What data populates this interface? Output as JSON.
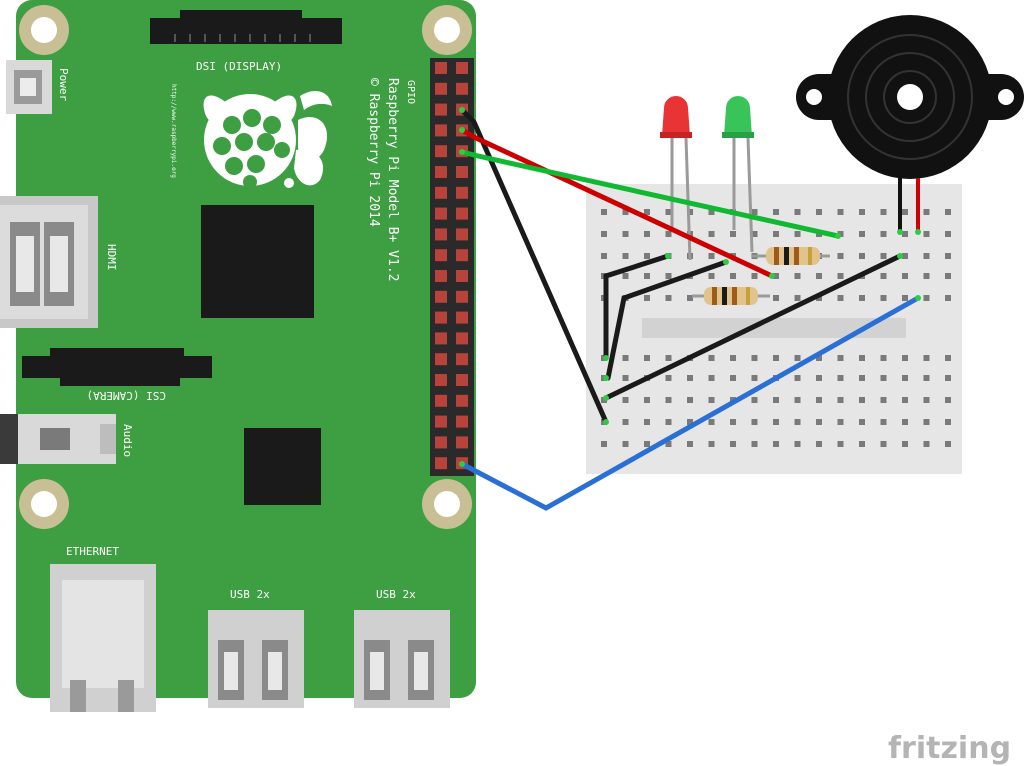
{
  "board": {
    "name_line1": "Raspberry Pi Model B+ V1.2",
    "name_line2": "© Raspberry Pi 2014",
    "url": "http://www.raspberrypi.org",
    "gpio_label": "GPIO",
    "dsi_label": "DSI (DISPLAY)",
    "csi_label": "CSI (CAMERA)",
    "hdmi_label": "HDMI",
    "power_label": "Power",
    "audio_label": "Audio",
    "ethernet_label": "ETHERNET",
    "usb1_label": "USB 2x",
    "usb2_label": "USB 2x"
  },
  "components": {
    "led_red": "red LED",
    "led_green": "green LED",
    "buzzer": "piezo buzzer",
    "resistors": 2
  },
  "colors": {
    "pcb": "#3e9e42",
    "wire_red": "#cc0000",
    "wire_green": "#11b832",
    "wire_black": "#1a1a1a",
    "wire_blue": "#2a6fd6"
  },
  "watermark": "fritzing"
}
